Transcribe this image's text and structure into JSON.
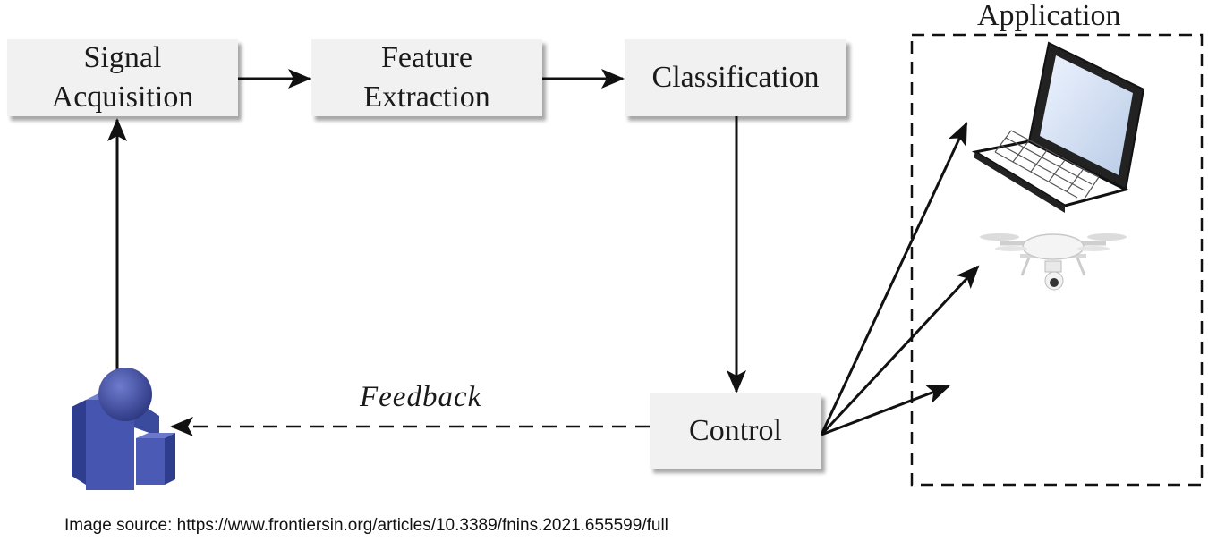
{
  "diagram": {
    "boxes": {
      "signal_acquisition": "Signal\nAcquisition",
      "feature_extraction": "Feature\nExtraction",
      "classification": "Classification",
      "control": "Control"
    },
    "application_label": "Application",
    "feedback_label": "Feedback",
    "icons": [
      "user-icon",
      "laptop-icon",
      "drone-icon"
    ]
  },
  "footer": {
    "source": "Image source: https://www.frontiersin.org/articles/10.3389/fnins.2021.655599/full"
  },
  "colors": {
    "box_fill": "#f1f1f1",
    "user": "#3a4a9c",
    "line": "#111111"
  }
}
